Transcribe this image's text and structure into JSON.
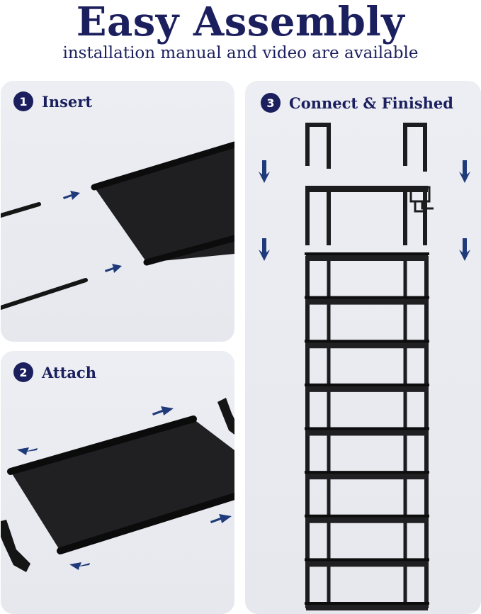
{
  "header": {
    "title": "Easy Assembly",
    "subtitle": "installation manual and video are available"
  },
  "steps": [
    {
      "number": "1",
      "label": "Insert"
    },
    {
      "number": "2",
      "label": "Attach"
    },
    {
      "number": "3",
      "label": "Connect & Finished"
    }
  ],
  "colors": {
    "brand_navy": "#1b1f5e",
    "panel_bg": "#e9ebf0",
    "arrow": "#1f3a7a",
    "frame_black": "#1c1c1e"
  },
  "rack": {
    "tiers": 9
  }
}
